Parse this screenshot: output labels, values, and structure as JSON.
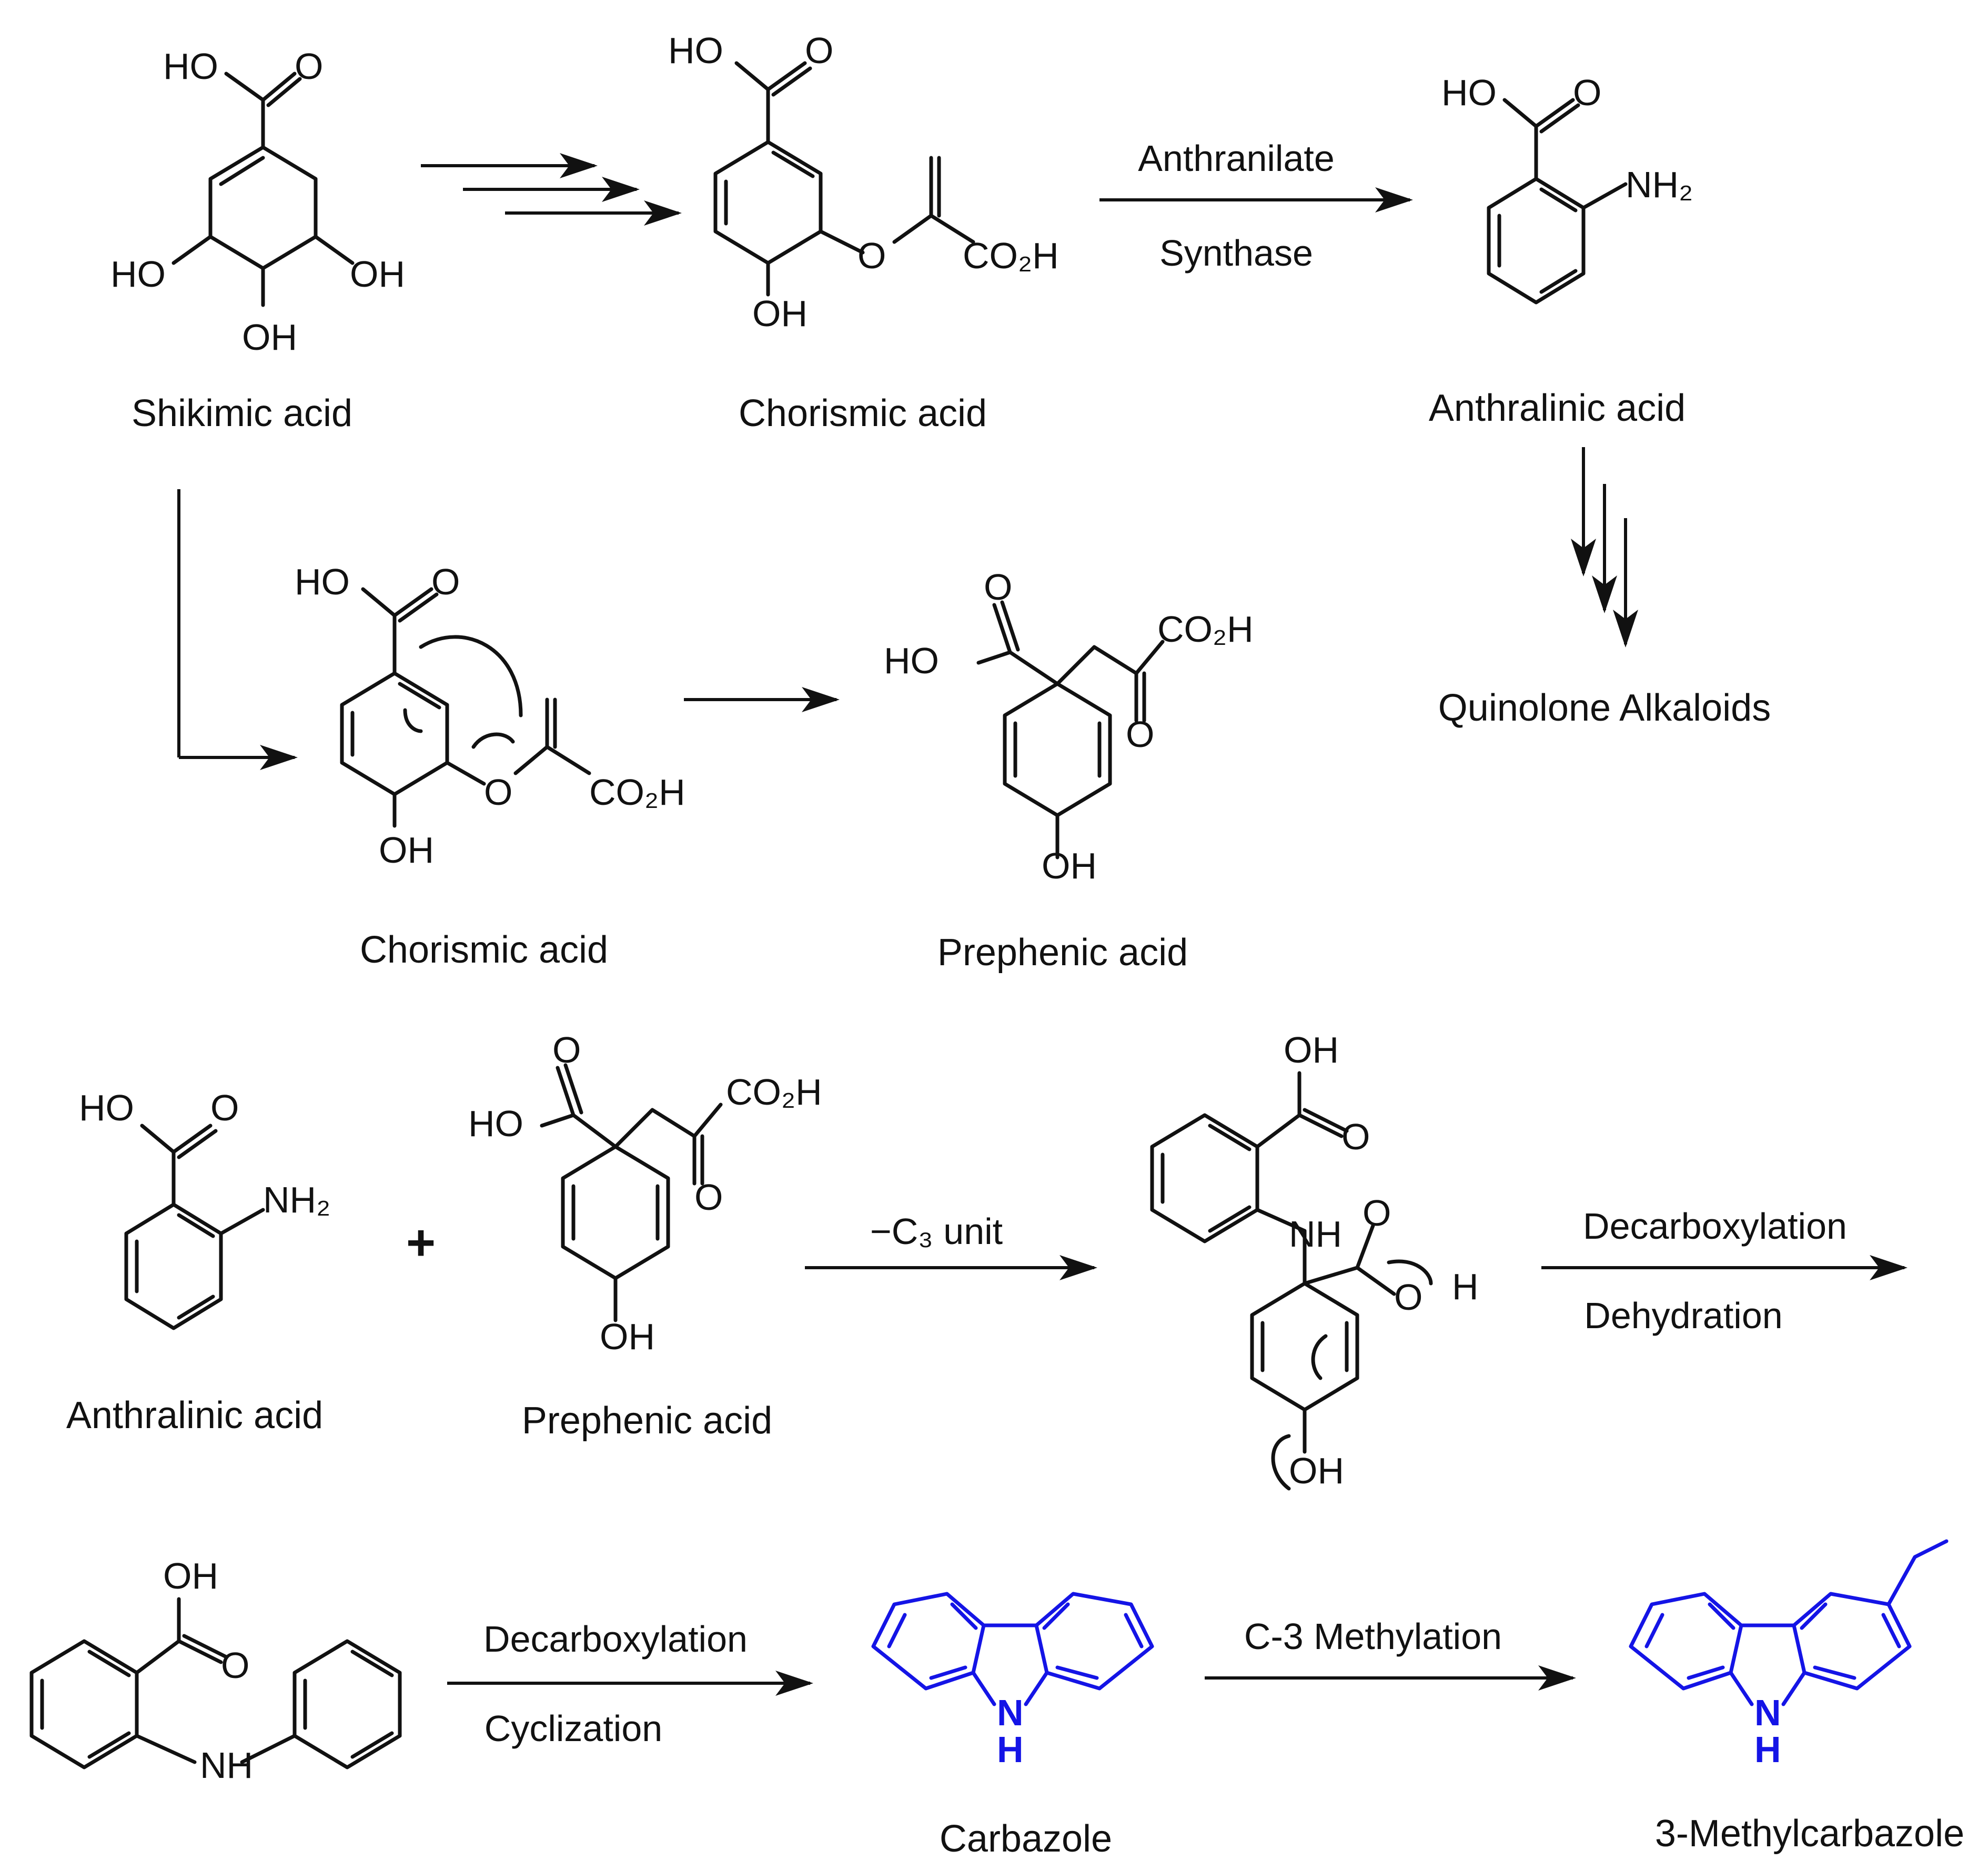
{
  "compounds": {
    "shikimic": "Shikimic acid",
    "chorismic_1": "Chorismic acid",
    "anthralinic_1": "Anthralinic acid",
    "quinolone": "Quinolone Alkaloids",
    "chorismic_2": "Chorismic acid",
    "prephenic_1": "Prephenic acid",
    "anthralinic_2": "Anthralinic acid",
    "prephenic_2": "Prephenic acid",
    "carbazole": "Carbazole",
    "methylcarbazole": "3-Methylcarbazole"
  },
  "reagents": {
    "anthranilate_top": "Anthranilate",
    "anthranilate_bottom": "Synthase",
    "c3_unit": "−C₃ unit",
    "decarb_1": "Decarboxylation",
    "dehydration": "Dehydration",
    "decarb_2": "Decarboxylation",
    "cyclization": "Cyclization",
    "methylation": "C-3 Methylation"
  },
  "plus_sign": "+",
  "atom_labels": {
    "ho": "HO",
    "oh": "OH",
    "o": "O",
    "nh2": "NH₂",
    "co2h": "CO₂H",
    "nh": "NH",
    "h": "H",
    "n": "N"
  },
  "colors": {
    "product_highlight": "#1414e6"
  }
}
